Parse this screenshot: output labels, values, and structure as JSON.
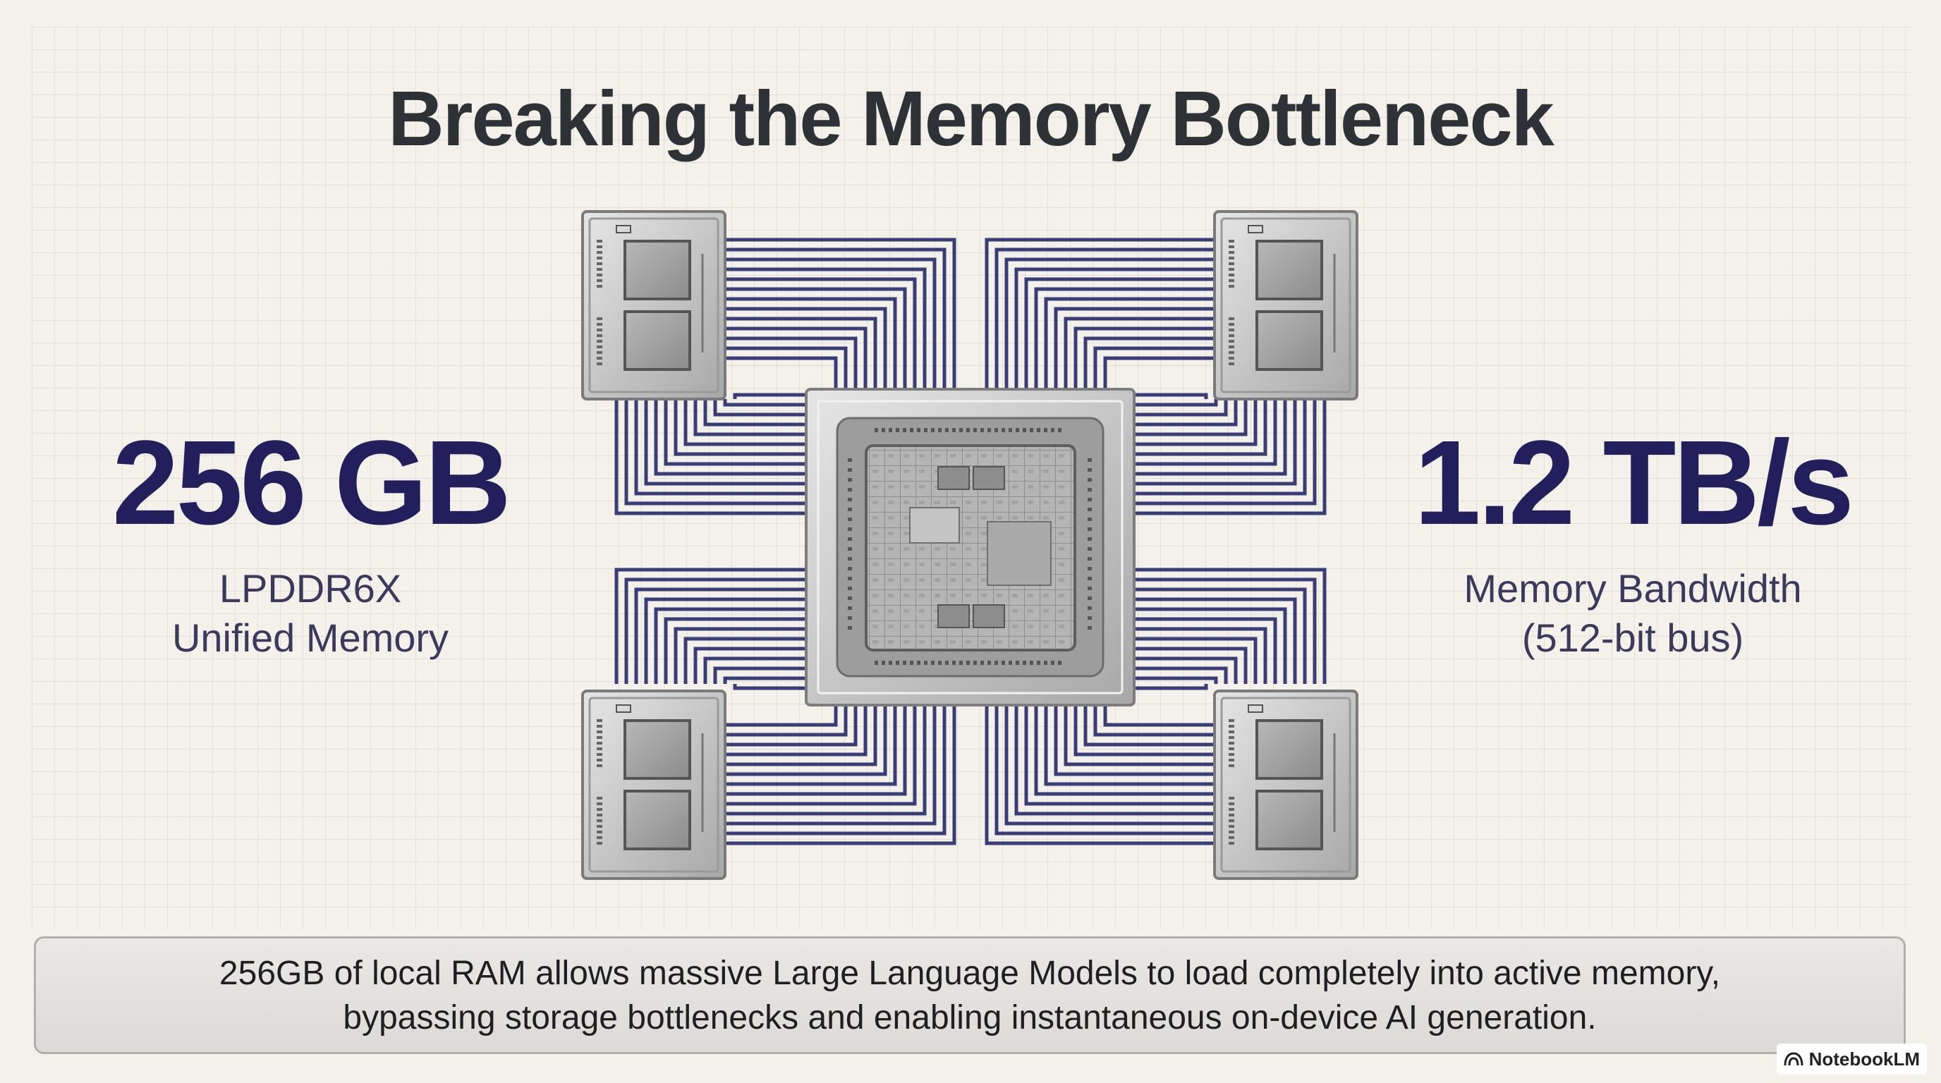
{
  "title": "Breaking the Memory Bottleneck",
  "left_stat": {
    "value": "256 GB",
    "line1": "LPDDR6X",
    "line2": "Unified Memory"
  },
  "right_stat": {
    "value": "1.2 TB/s",
    "line1": "Memory Bandwidth",
    "line2": "(512-bit bus)"
  },
  "caption": {
    "line1": "256GB of local RAM allows massive Large Language Models to load completely into active memory,",
    "line2": "bypassing storage bottlenecks and enabling instantaneous on-device AI generation."
  },
  "brand": {
    "name": "NotebookLM",
    "icon": "notebooklm-logo-icon"
  },
  "colors": {
    "accent": "#231f5c",
    "trace": "#3a3d75",
    "background": "#f3f1ea",
    "chip_silver": "#c9c9c9"
  }
}
